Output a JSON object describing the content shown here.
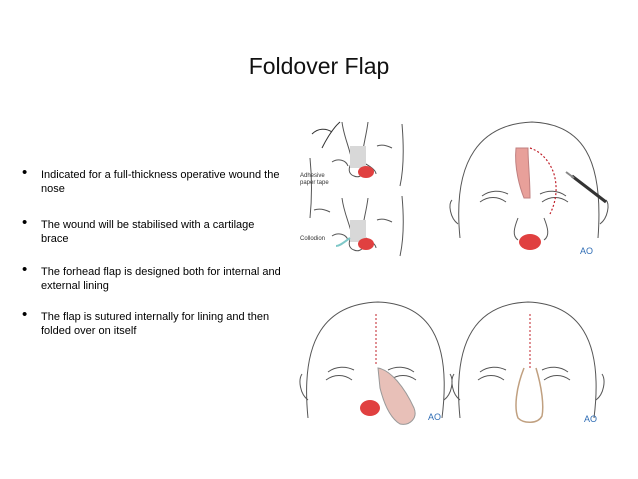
{
  "slide": {
    "title": "Foldover Flap",
    "bullets": [
      "Indicated for a full-thickness operative wound the nose",
      "The wound will be stabilised with a cartilage brace",
      "The forhead flap is designed both for internal and external lining",
      "The flap is sutured internally for lining and then folded over on itself"
    ]
  },
  "figure": {
    "labels": {
      "adhesive": [
        "Adhesive",
        "paper tape"
      ],
      "collodion": "Collodion",
      "ao_logo": "AO"
    },
    "colors": {
      "line": "#555555",
      "skin_shade": "#d8d8d8",
      "wound_red": "#e04040",
      "flap_pink": "#e8a09a",
      "suture_red": "#c0202a",
      "logo_blue": "#2f6db5"
    }
  }
}
